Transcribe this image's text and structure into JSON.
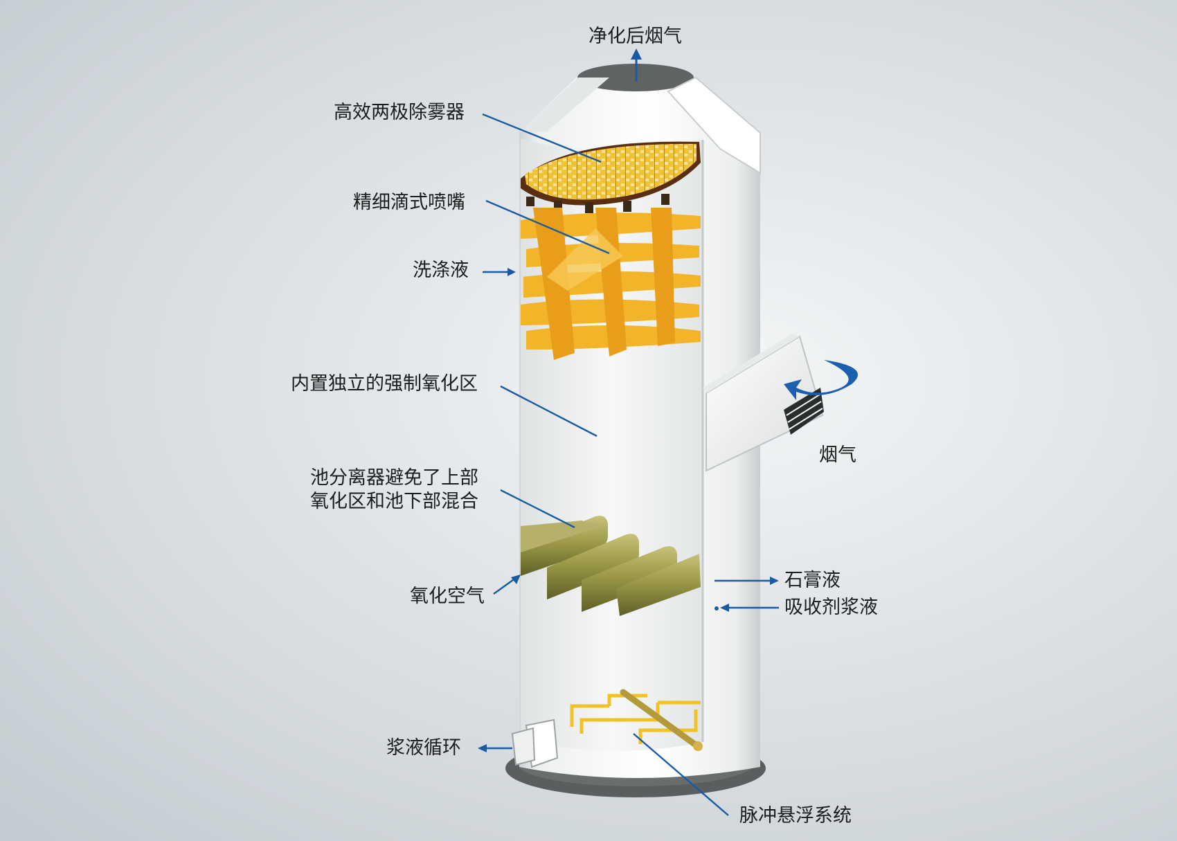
{
  "labels": {
    "clean_gas": "净化后烟气",
    "demister": "高效两极除雾器",
    "nozzle": "精细滴式喷嘴",
    "wash_liquid": "洗涤液",
    "oxidation_zone": "内置独立的强制氧化区",
    "separator": "池分离器避免了上部\n氧化区和池下部混合",
    "oxidation_air": "氧化空气",
    "slurry_circulation": "浆液循环",
    "flue_gas": "烟气",
    "gypsum_liquid": "石膏液",
    "absorbent_slurry": "吸收剂浆液",
    "pulse_suspension": "脉冲悬浮系统"
  },
  "colors": {
    "leader": "#1a5aa0",
    "tower_white": "#f4f5f5",
    "packing_yellow": "#f2b428",
    "base_grey": "#5b5e5f"
  }
}
